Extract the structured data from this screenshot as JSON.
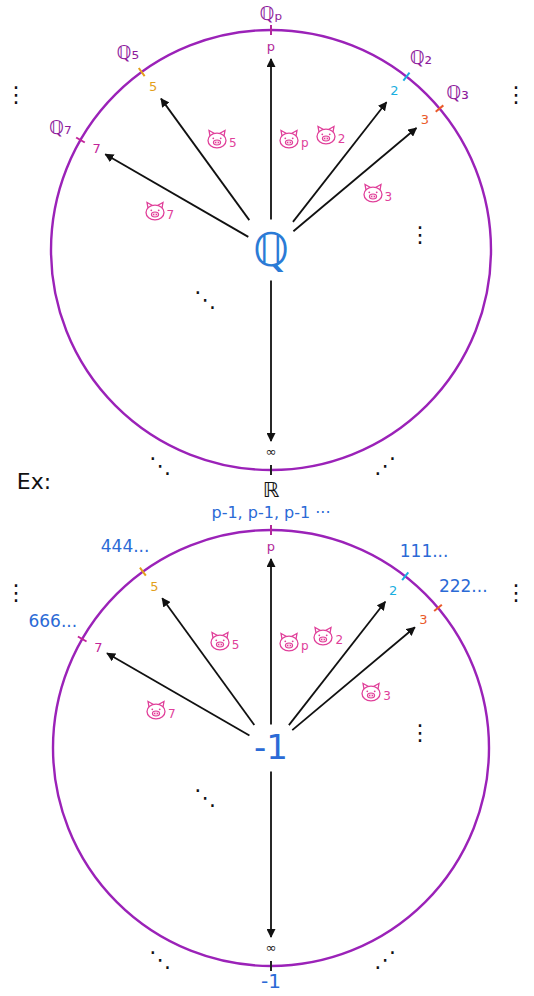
{
  "diagram": {
    "nodes": [
      {
        "text": [
          "ℚ"
        ]
      },
      {
        "text": [
          "p",
          "ℚₚ"
        ]
      },
      {
        "text": [
          "2",
          "ℚ₂"
        ]
      },
      {
        "text": [
          "3",
          "ℚ₃"
        ]
      },
      {
        "text": [
          "5",
          "ℚ₅"
        ]
      },
      {
        "text": [
          "7",
          "ℚ₇"
        ]
      },
      {
        "text": [
          "∞",
          "ℝ"
        ]
      },
      {
        "text": [
          "-1"
        ]
      },
      {
        "text": [
          "p",
          "p-1, p-1, p-1 ···"
        ]
      },
      {
        "text": [
          "2",
          "111..."
        ]
      },
      {
        "text": [
          "3",
          "222..."
        ]
      },
      {
        "text": [
          "5",
          "444..."
        ]
      },
      {
        "text": [
          "7",
          "666..."
        ]
      },
      {
        "text": [
          "∞",
          "-1"
        ]
      }
    ],
    "edges": [
      {
        "from": 0,
        "to": 1,
        "arrow": "to",
        "label": "p"
      },
      {
        "from": 0,
        "to": 2,
        "arrow": "to",
        "label": "2"
      },
      {
        "from": 0,
        "to": 3,
        "arrow": "to",
        "label": "3"
      },
      {
        "from": 0,
        "to": 4,
        "arrow": "to",
        "label": "5"
      },
      {
        "from": 0,
        "to": 5,
        "arrow": "to",
        "label": "7"
      },
      {
        "from": 0,
        "to": 6,
        "arrow": "to"
      },
      {
        "from": 7,
        "to": 8,
        "arrow": "to",
        "label": "p"
      },
      {
        "from": 7,
        "to": 9,
        "arrow": "to",
        "label": "2"
      },
      {
        "from": 7,
        "to": 10,
        "arrow": "to",
        "label": "3"
      },
      {
        "from": 7,
        "to": 11,
        "arrow": "to",
        "label": "5"
      },
      {
        "from": 7,
        "to": 12,
        "arrow": "to",
        "label": "7"
      },
      {
        "from": 7,
        "to": 13,
        "arrow": "to"
      }
    ],
    "labels": [
      "⋮",
      "⋮",
      "⋱",
      "⋮",
      "⋱",
      "⋰",
      "Ex:",
      "⋮",
      "⋮",
      "⋱",
      "⋮",
      "⋱",
      "⋰"
    ]
  }
}
